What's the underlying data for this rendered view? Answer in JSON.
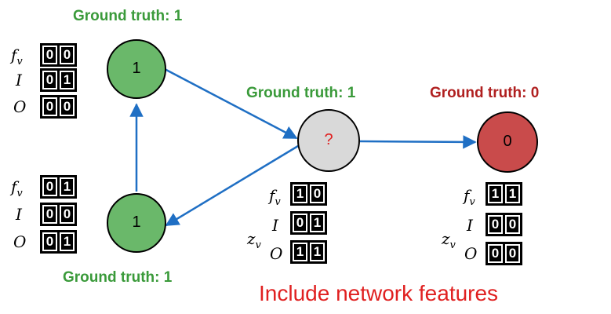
{
  "nodes": {
    "top_left": {
      "label": "1",
      "ground_truth": "Ground truth: 1",
      "fv": [
        "0",
        "0"
      ],
      "I": [
        "0",
        "1"
      ],
      "O": [
        "0",
        "0"
      ]
    },
    "bottom_left": {
      "label": "1",
      "ground_truth": "Ground truth: 1",
      "fv": [
        "0",
        "1"
      ],
      "I": [
        "0",
        "0"
      ],
      "O": [
        "0",
        "1"
      ]
    },
    "middle": {
      "label": "?",
      "ground_truth": "Ground truth: 1",
      "fv": [
        "1",
        "0"
      ],
      "I": [
        "0",
        "1"
      ],
      "O": [
        "1",
        "1"
      ]
    },
    "right": {
      "label": "0",
      "ground_truth": "Ground truth: 0",
      "fv": [
        "1",
        "1"
      ],
      "I": [
        "0",
        "0"
      ],
      "O": [
        "0",
        "0"
      ]
    }
  },
  "feature_labels": {
    "fv": "f",
    "fv_sub": "v",
    "I": "I",
    "O": "O",
    "zv": "z",
    "zv_sub": "v"
  },
  "caption": "Include network features",
  "colors": {
    "green_node": "#6ab86a",
    "gray_node": "#d9d9d9",
    "red_node": "#c94b4b",
    "edge": "#1f6fc4",
    "gt_green": "#3a9a3a",
    "gt_red": "#b02020",
    "caption": "#e02020"
  }
}
